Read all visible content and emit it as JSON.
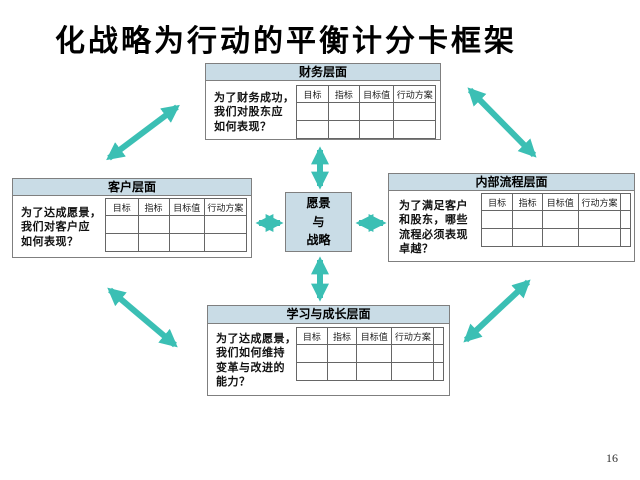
{
  "title": "化战略为行动的平衡计分卡框架",
  "page_number": "16",
  "colors": {
    "arrow": "#3BBFB4",
    "panel_fill": "#C9DCE6",
    "panel_border": "#7f7f7f"
  },
  "center_box": {
    "text": "愿景\n与\n战略"
  },
  "table_headers": [
    "目标",
    "指标",
    "目标值",
    "行动方案"
  ],
  "perspectives": {
    "financial": {
      "title": "财务层面",
      "question": "为了财务成功，\n我们对股东应\n如何表现？"
    },
    "customer": {
      "title": "客户层面",
      "question": "为了达成愿景，\n我们对客户应\n如何表现？"
    },
    "internal_process": {
      "title": "内部流程层面",
      "question": "为了满足客户\n和股东，哪些\n流程必须表现\n卓越？"
    },
    "learning_growth": {
      "title": "学习与成长层面",
      "question": "为了达成愿景，\n我们如何维持\n变革与改进的\n能力？"
    }
  }
}
